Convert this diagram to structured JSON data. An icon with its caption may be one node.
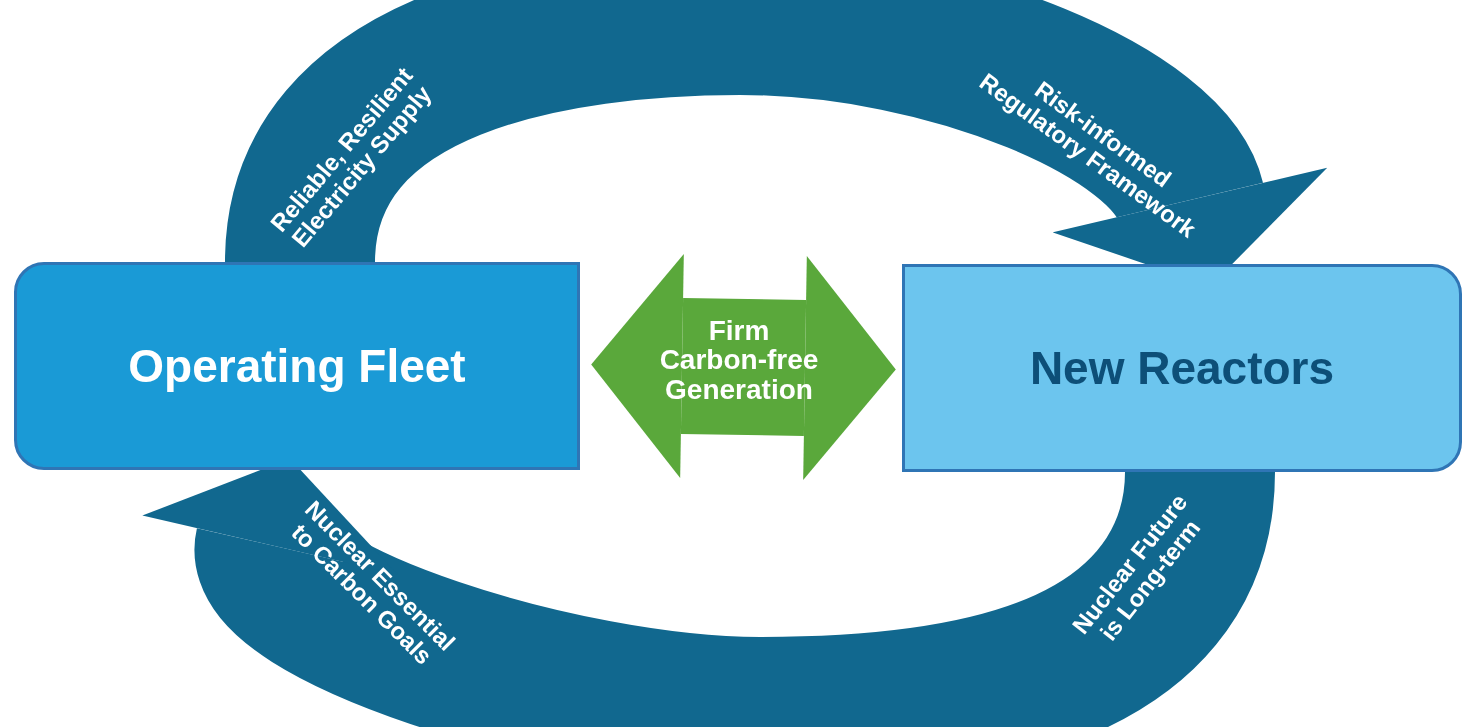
{
  "diagram": {
    "nodes": [
      {
        "text": [
          "Operating Fleet"
        ]
      },
      {
        "text": [
          "New Reactors"
        ]
      }
    ],
    "edges": [
      {
        "from": 0,
        "to": 1,
        "arrow": "to"
      },
      {
        "from": 1,
        "to": 0,
        "arrow": "to"
      },
      {
        "from": 0,
        "to": 1,
        "arrow": "both",
        "color": "#5aa83b",
        "label": "Firm Carbon-free Generation"
      }
    ],
    "labels": [
      "Reliable, Resilient Electricity Supply",
      "Risk-informed Regulatory Framework",
      "Nuclear Future is Long-term",
      "Nuclear Essential to Carbon Goals"
    ]
  }
}
